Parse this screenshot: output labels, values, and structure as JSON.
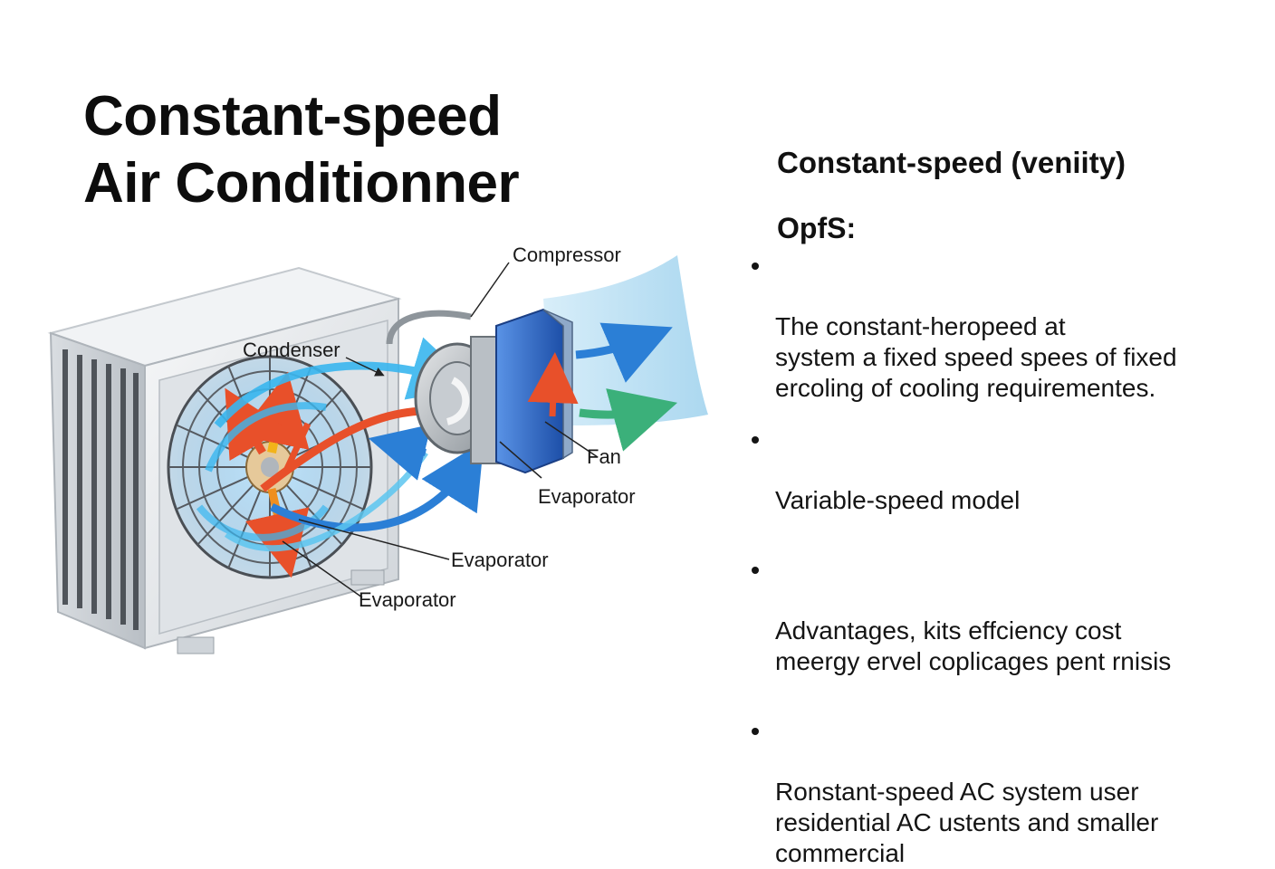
{
  "title": {
    "line1": "Constant-speed",
    "line2": "Air Conditionner"
  },
  "labels": {
    "compressor": "Compressor",
    "condenser": "Condenser",
    "fan": "Fan",
    "evaporator_1": "Evaporator",
    "evaporator_2": "Evaporator",
    "evaporator_3": "Evaporator"
  },
  "side_panel": {
    "heading": "Constant-speed (veniity)",
    "subheading": "OpfS:",
    "bullets": [
      "The constant-heropeed at\nsystem a fixed speed spees of fixed\nercoling of cooling requirementes.",
      "Variable-speed model",
      "Advantages, kits effciency cost\nmeergy ervel coplicages pent rnisis",
      "Ronstant-speed AC system user\nresidential AC ustents and smaller\ncommercial"
    ]
  },
  "colors": {
    "cool_air": "#9fd4ef",
    "hot_arrow": "#e8502a",
    "blue_arrow": "#2b7fd6",
    "green_arrow": "#3bb07a",
    "fan_motor": "#2e6fd0",
    "housing": "#e9ecef"
  },
  "icons": [
    "condenser-unit-icon",
    "compressor-icon",
    "fan-icon",
    "airflow-arrow-icon"
  ]
}
